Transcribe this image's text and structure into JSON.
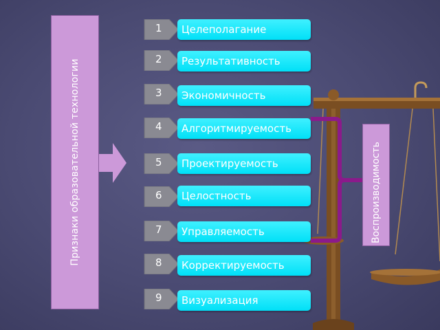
{
  "main_label": "Признаки образовательной технологии",
  "features": [
    {
      "number": "1",
      "label": "Целеполагание"
    },
    {
      "number": "2",
      "label": "Результативность"
    },
    {
      "number": "3",
      "label": "Экономичность"
    },
    {
      "number": "4",
      "label": "Алгоритмируемость"
    },
    {
      "number": "5",
      "label": "Проектируемость"
    },
    {
      "number": "6",
      "label": "Целостность"
    },
    {
      "number": "7",
      "label": "Управляемость"
    },
    {
      "number": "8",
      "label": "Корректируемость"
    },
    {
      "number": "9",
      "label": "Визуализация"
    }
  ],
  "grouped_label": "Воспроизводимость",
  "colors": {
    "box_purple": "#cc99d9",
    "feature_cyan": "#00e5ff",
    "bracket_purple": "#8b1a8b",
    "number_grey": "#8a8a92"
  }
}
